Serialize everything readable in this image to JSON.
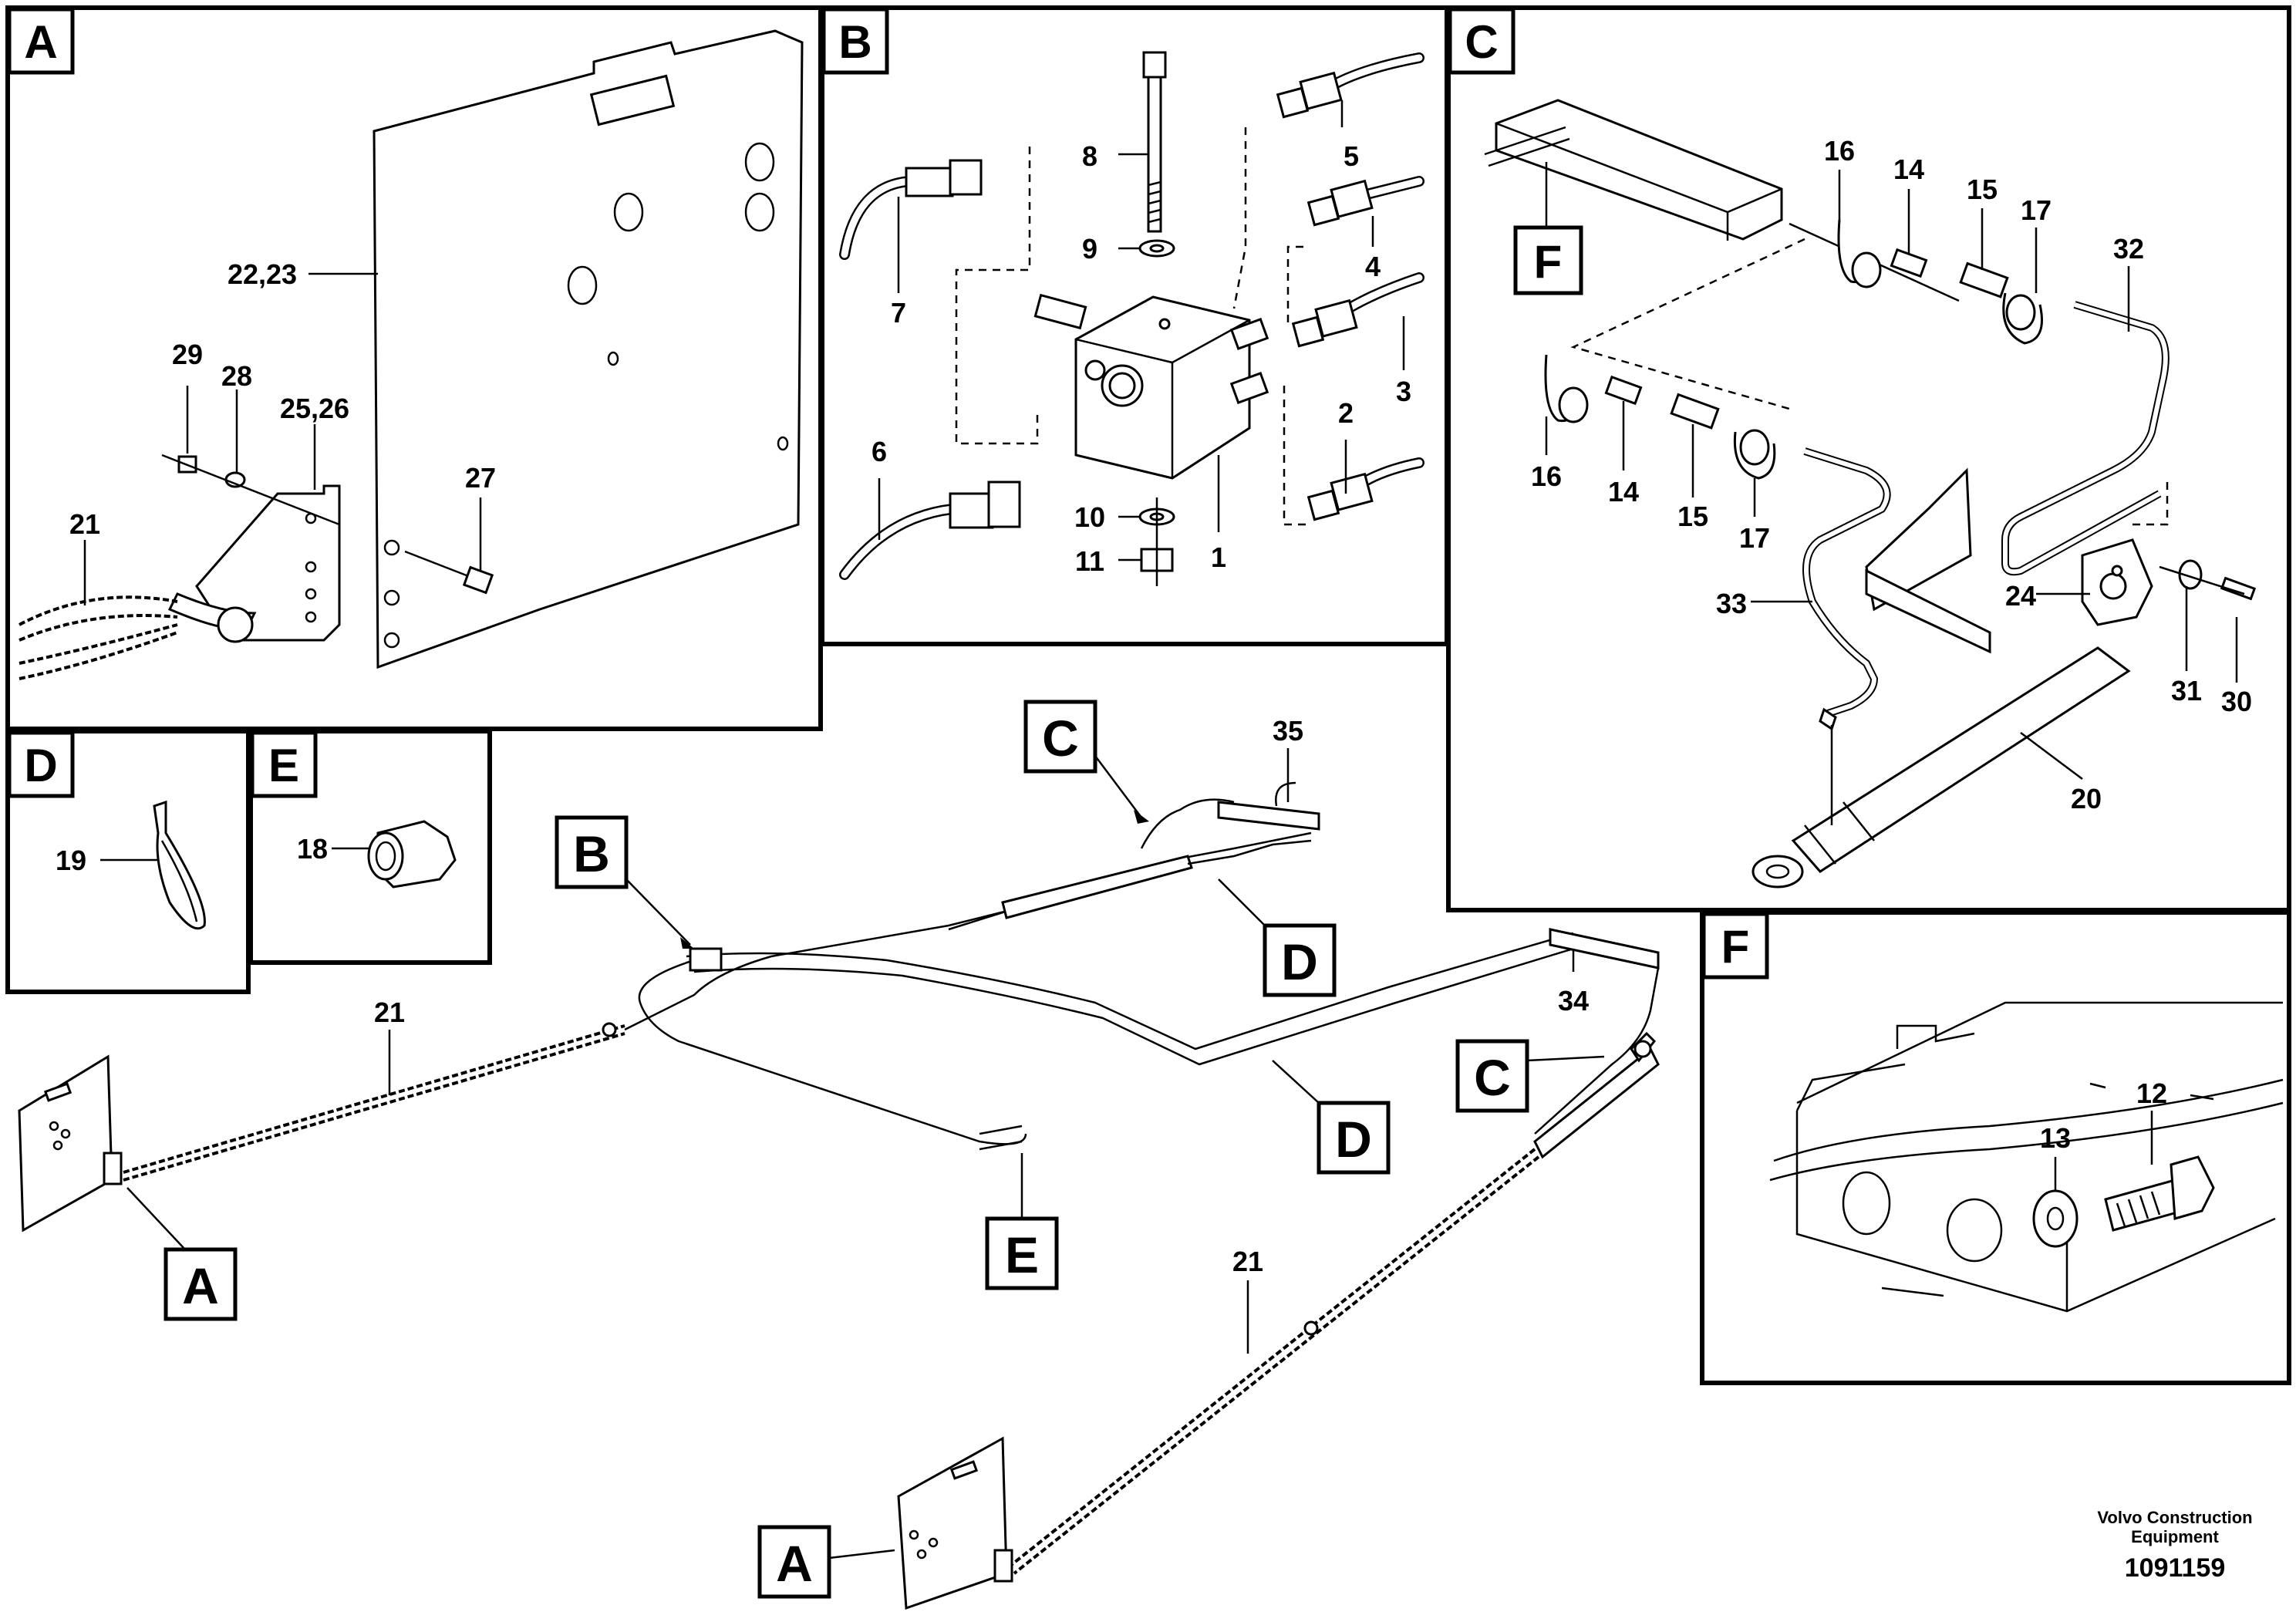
{
  "panels": {
    "A": {
      "tag": "A",
      "labels": [
        "22,23",
        "29",
        "28",
        "25,26",
        "27",
        "21"
      ]
    },
    "B": {
      "tag": "B",
      "labels": [
        "8",
        "5",
        "9",
        "4",
        "7",
        "3",
        "2",
        "6",
        "10",
        "1",
        "11"
      ]
    },
    "C": {
      "tag": "C",
      "inset_tag": "F",
      "labels": [
        "16",
        "14",
        "15",
        "17",
        "32",
        "16",
        "14",
        "15",
        "17",
        "33",
        "24",
        "31",
        "30",
        "20"
      ]
    },
    "D": {
      "tag": "D",
      "labels": [
        "19"
      ]
    },
    "E": {
      "tag": "E",
      "labels": [
        "18"
      ]
    },
    "F": {
      "tag": "F",
      "labels": [
        "13",
        "12"
      ]
    }
  },
  "overview": {
    "callouts": [
      "C",
      "B",
      "D",
      "D",
      "E",
      "A",
      "C",
      "A"
    ],
    "labels": [
      "35",
      "21",
      "34",
      "21"
    ]
  },
  "footer": {
    "company_line1": "Volvo Construction",
    "company_line2": "Equipment",
    "figure_number": "1091159"
  }
}
